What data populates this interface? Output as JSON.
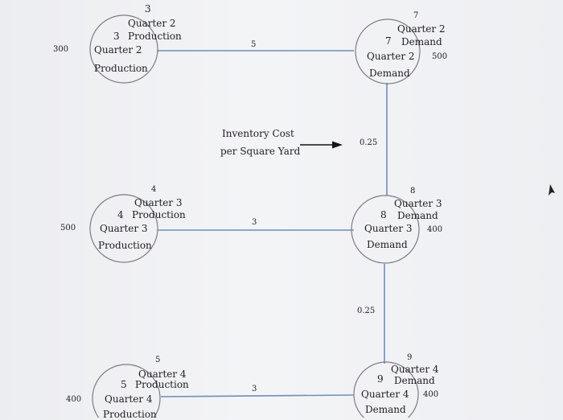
{
  "nodes": {
    "q2p": {
      "id": "3",
      "title": "Quarter 2",
      "kind": "Production",
      "supply": "300"
    },
    "q2d": {
      "id": "7",
      "title": "Quarter 2",
      "kind": "Demand",
      "demand": "500"
    },
    "q3p": {
      "id": "4",
      "title": "Quarter 3",
      "kind": "Production",
      "supply": "500"
    },
    "q3d": {
      "id": "8",
      "title": "Quarter 3",
      "kind": "Demand",
      "demand": "400"
    },
    "q4p": {
      "id": "5",
      "title": "Quarter 4",
      "kind": "Production",
      "supply": "400"
    },
    "q4d": {
      "id": "9",
      "title": "Quarter 4",
      "kind": "Demand",
      "demand": "400"
    }
  },
  "arcs": {
    "q2p_q2d": "5",
    "q3p_q3d": "3",
    "q4p_q4d": "3",
    "q2d_q3d": "0.25",
    "q3d_q4d": "0.25"
  },
  "legend": {
    "line1": "Inventory Cost",
    "line2": "per Square Yard"
  },
  "colors": {
    "edge": "#6e8fb8",
    "node_stroke": "#7c7c82"
  }
}
